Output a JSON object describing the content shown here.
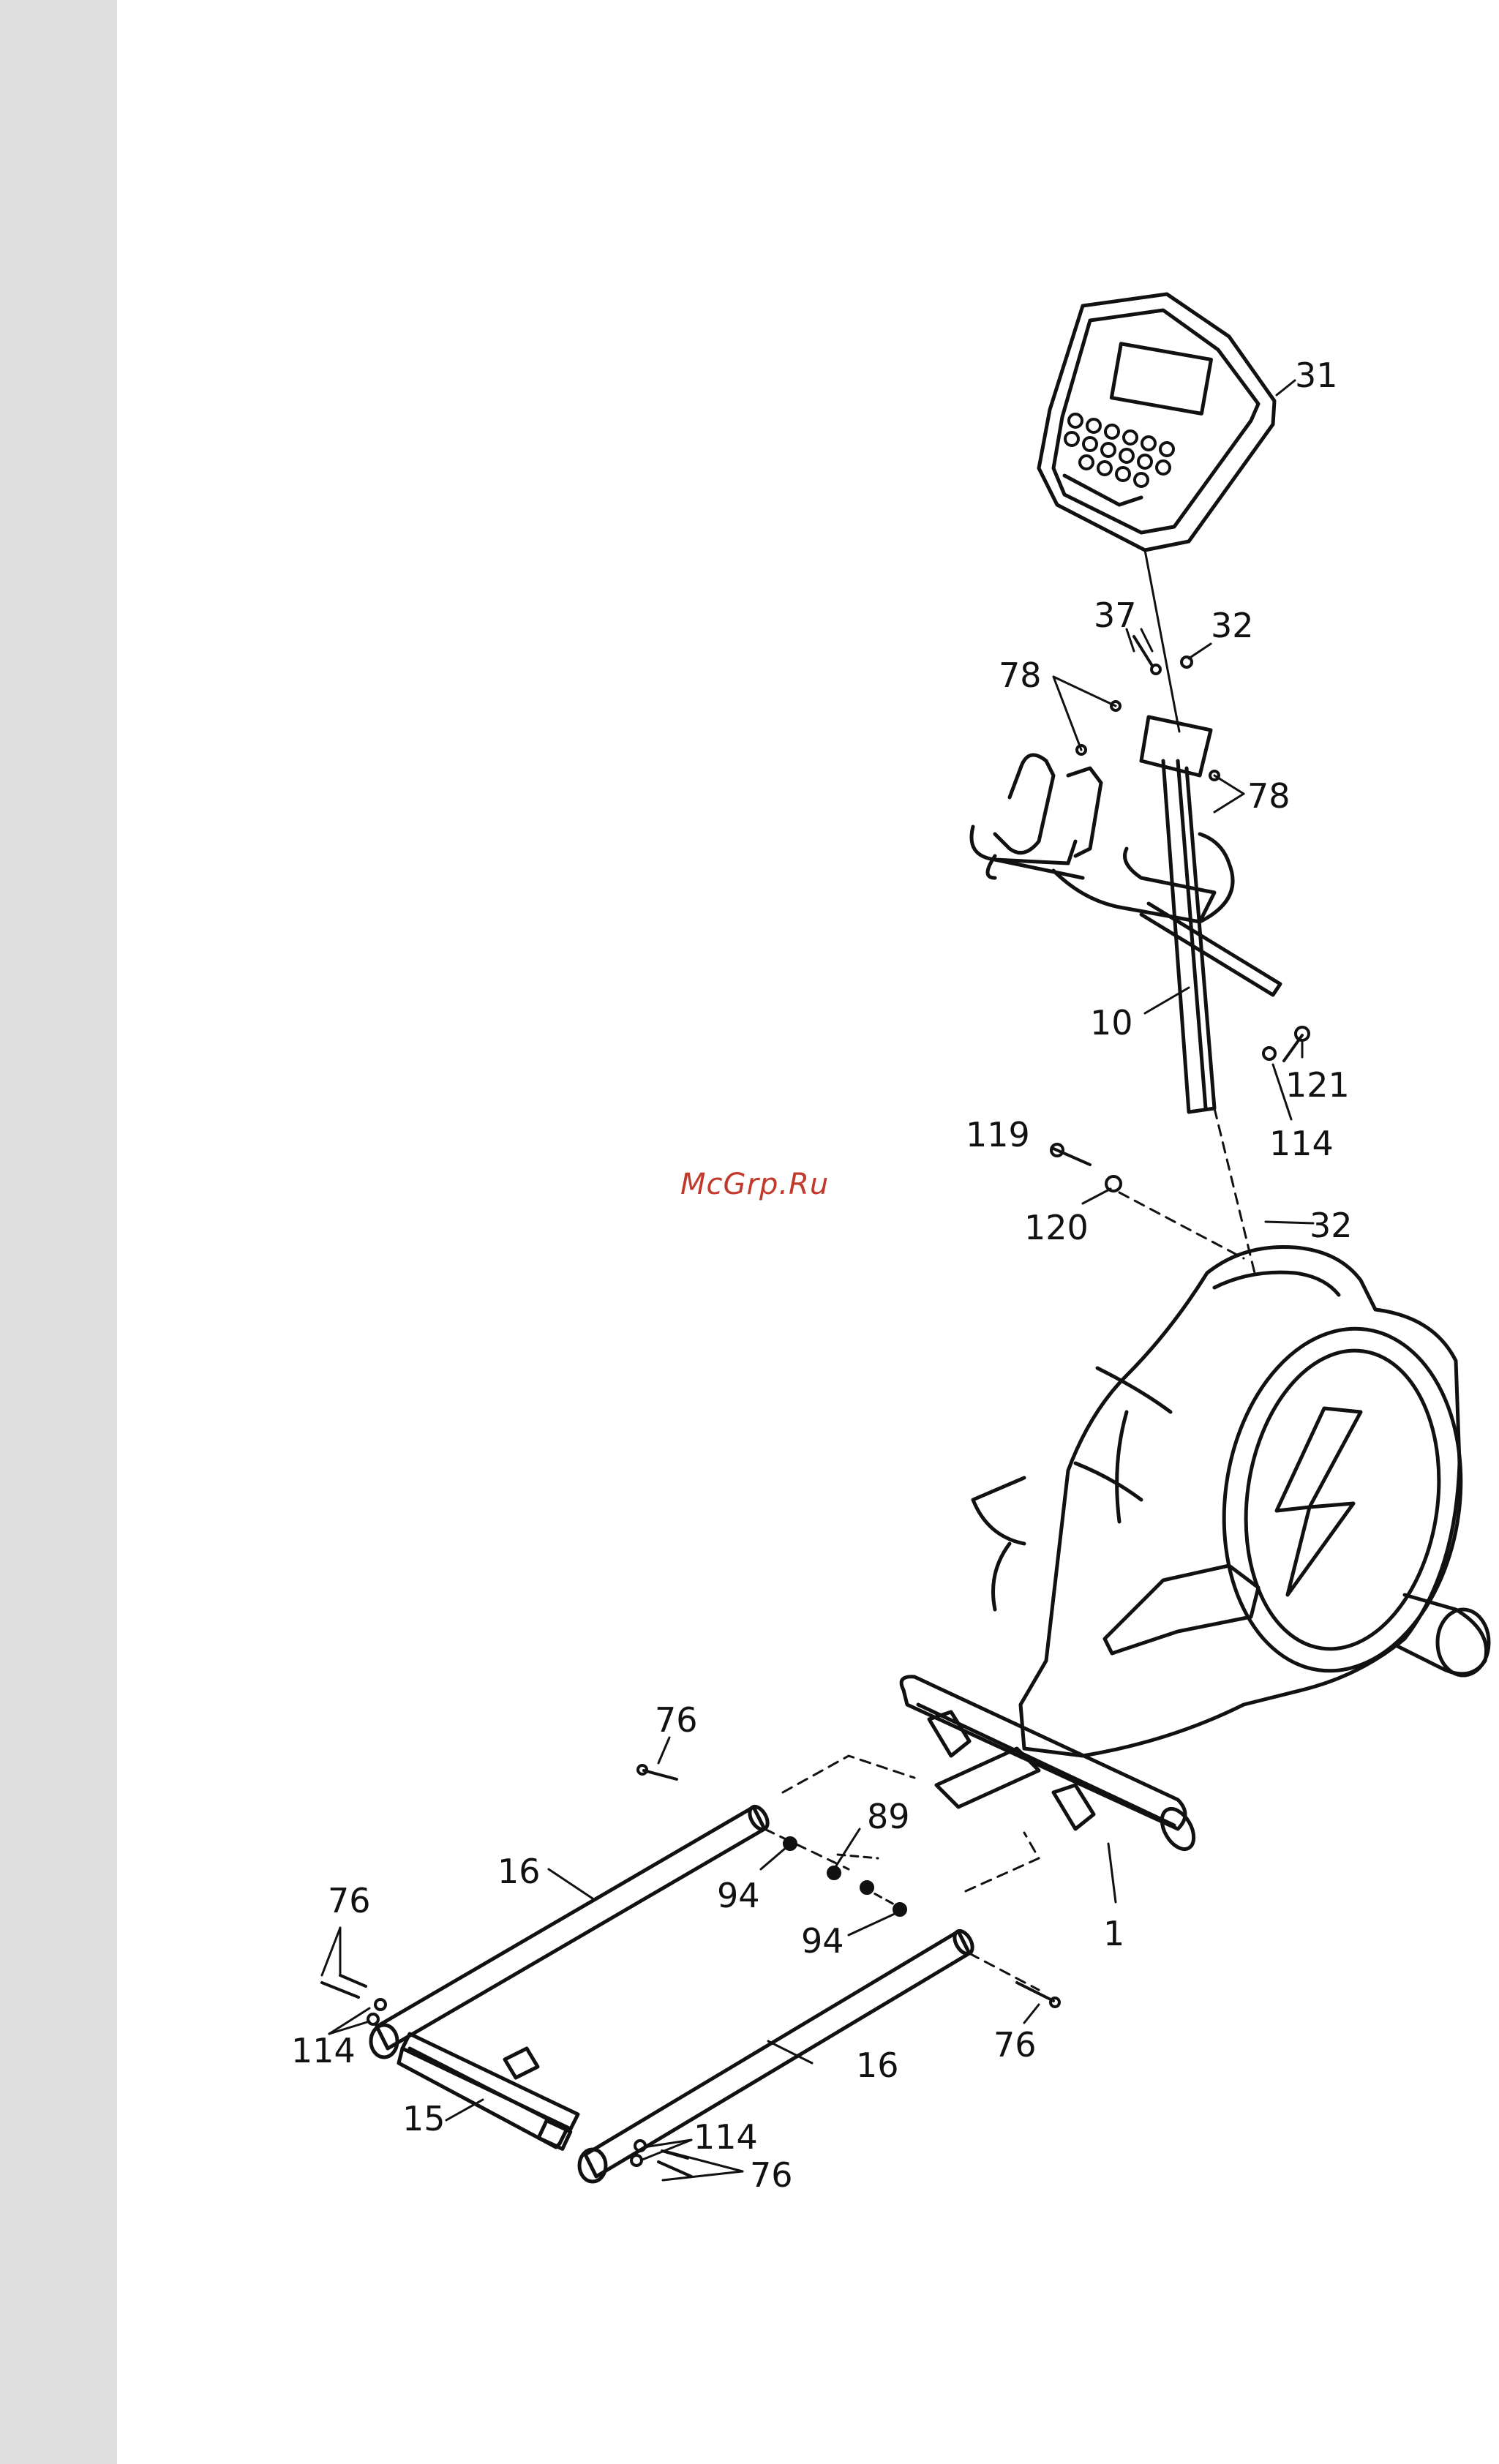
{
  "watermark": "McGrp.Ru",
  "colors": {
    "sidebar": "#dedede",
    "line": "#111111",
    "watermark": "#c0392b"
  },
  "callouts": {
    "c31": "31",
    "c37": "37",
    "c32a": "32",
    "c78a": "78",
    "c78b": "78",
    "c10": "10",
    "c121": "121",
    "c114a": "114",
    "c119": "119",
    "c120": "120",
    "c32b": "32",
    "c76a": "76",
    "c89": "89",
    "c16a": "16",
    "c94a": "94",
    "c94b": "94",
    "c1": "1",
    "c76b": "76",
    "c114b": "114",
    "c76c": "76",
    "c16b": "16",
    "c15": "15",
    "c114c": "114",
    "c76d": "76"
  }
}
